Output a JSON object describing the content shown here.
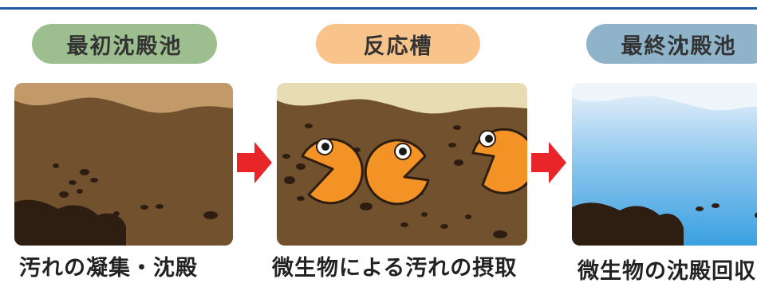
{
  "stages": [
    {
      "title": "最初沈殿池",
      "caption": "汚れの凝集・沈殿",
      "color": "#9dbf8f"
    },
    {
      "title": "反応槽",
      "caption": "微生物による汚れの摂取",
      "color": "#f8c48b"
    },
    {
      "title": "最終沈殿池",
      "caption": "微生物の沈殿回収",
      "color": "#8fb3c8"
    }
  ],
  "colors": {
    "arrow": "#e8262a",
    "sludge": "#72512f",
    "microbe": "#f39325",
    "water_top": "#dcecf8",
    "water_bottom": "#3aa0e0"
  }
}
